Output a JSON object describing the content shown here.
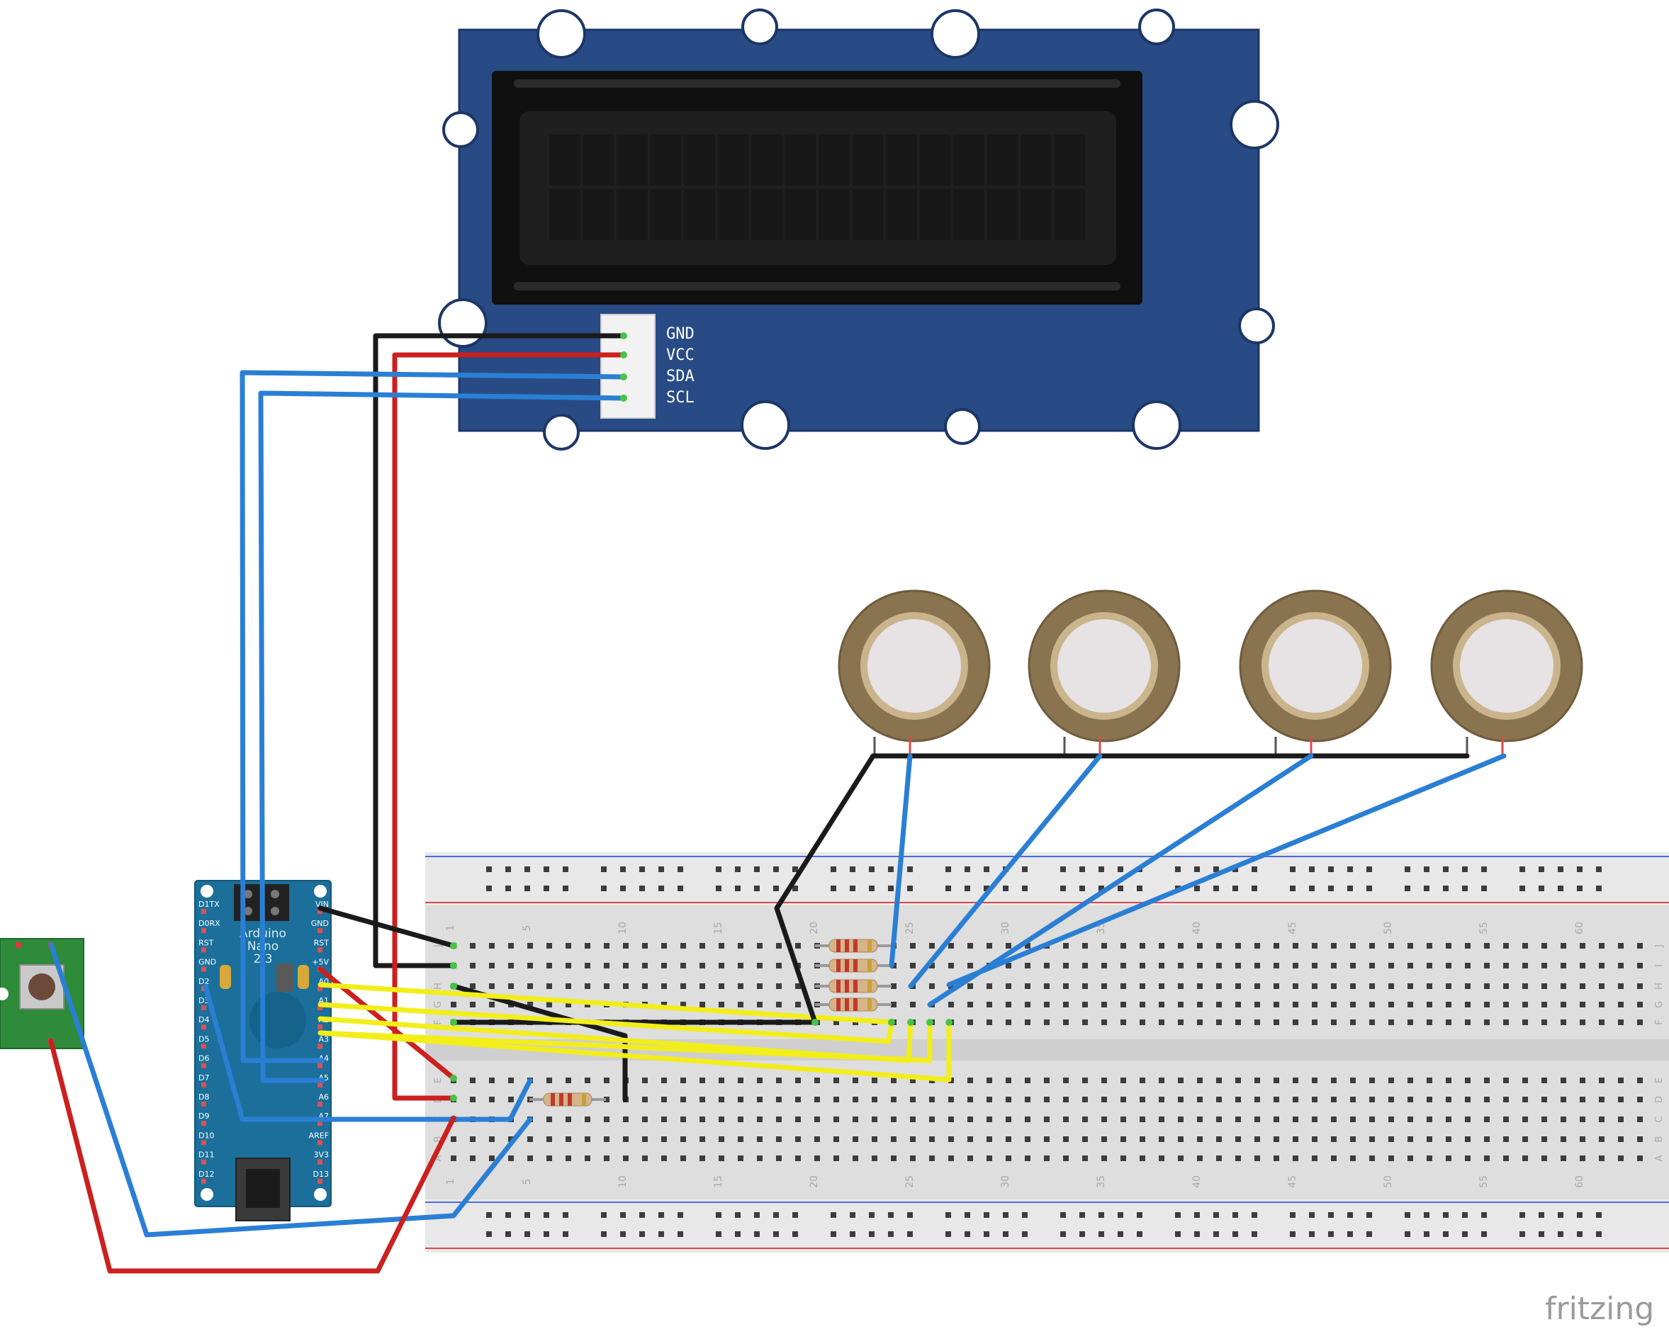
{
  "lcd": {
    "pins": [
      "GND",
      "VCC",
      "SDA",
      "SCL"
    ]
  },
  "nano": {
    "title_line1": "Arduino",
    "title_line2": "Nano",
    "title_line3": "2.3",
    "left_pins": [
      "D1TX",
      "D0RX",
      "RST",
      "GND",
      "D2",
      "D3",
      "D4",
      "D5",
      "D6",
      "D7",
      "D8",
      "D9",
      "D10",
      "D11",
      "D12"
    ],
    "right_pins": [
      "VIN",
      "GND",
      "RST",
      "+5V",
      "A0",
      "A1",
      "A2",
      "A3",
      "A4",
      "A5",
      "A6",
      "A7",
      "AREF",
      "3V3",
      "D13"
    ]
  },
  "breadboard": {
    "column_numbers": [
      "1",
      "5",
      "10",
      "15",
      "20",
      "25",
      "30",
      "35",
      "40",
      "45",
      "50",
      "55",
      "60"
    ],
    "top_row_letters": [
      "J",
      "I",
      "H",
      "G",
      "F"
    ],
    "bottom_row_letters": [
      "E",
      "D",
      "C",
      "B",
      "A"
    ]
  },
  "watermark": "fritzing",
  "colors": {
    "lcd_board": "#284b86",
    "nano_board": "#1b6f9a",
    "wire_black": "#1a1a1a",
    "wire_red": "#cc1f1f",
    "wire_blue": "#2a7fd4",
    "wire_yellow": "#f2ee1a",
    "button_board": "#2e8b3a"
  }
}
